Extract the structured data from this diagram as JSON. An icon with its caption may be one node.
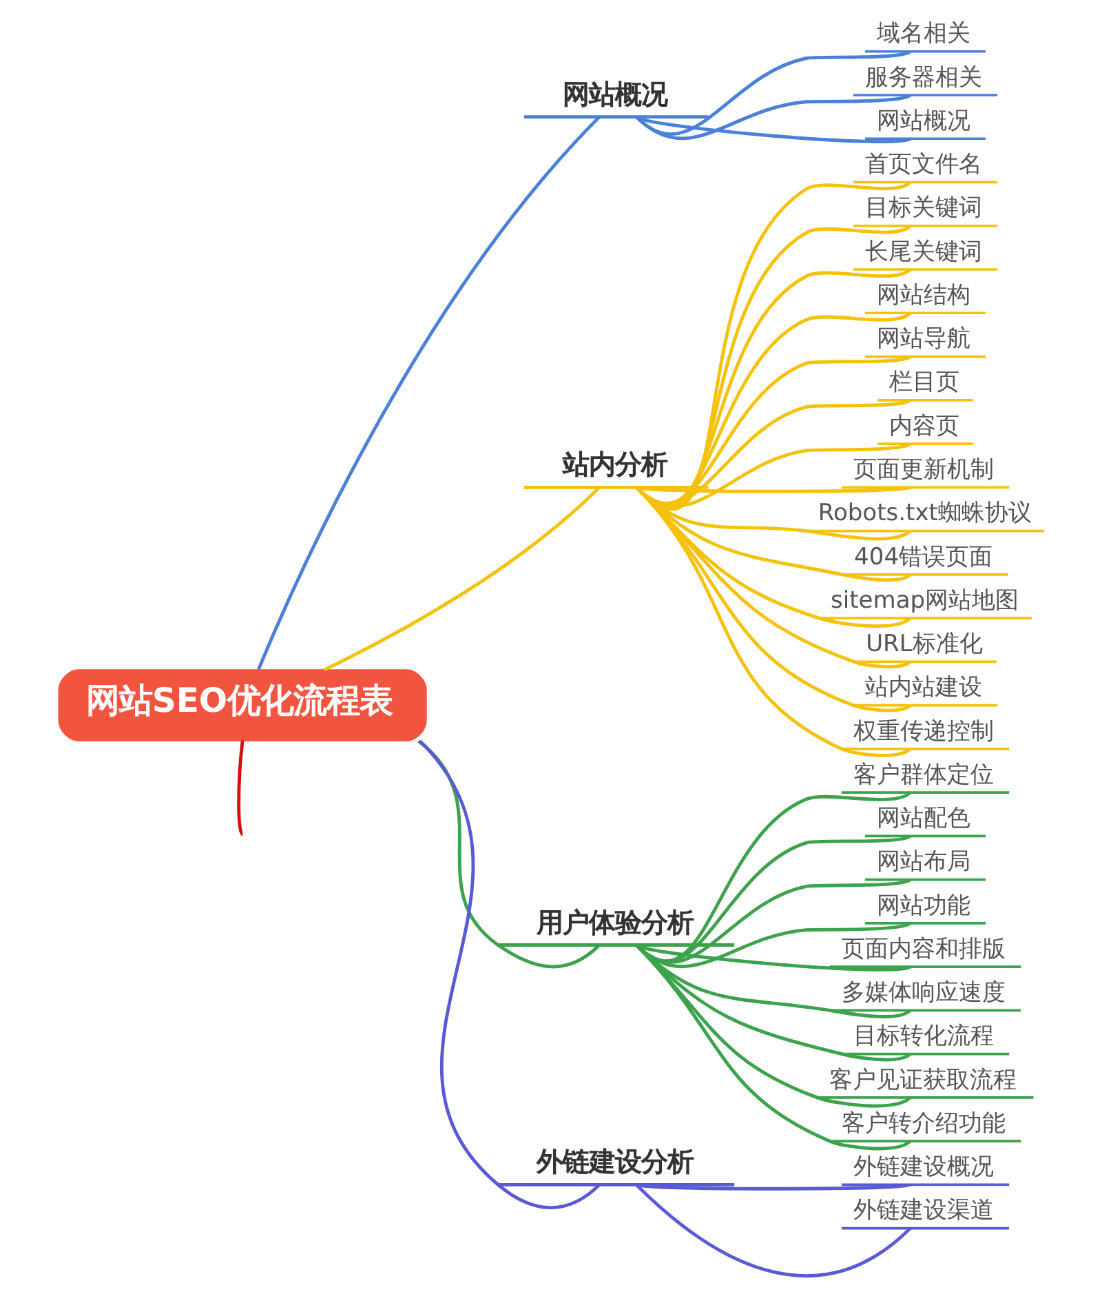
{
  "diagram": {
    "nodes": [
      {
        "text": [
          "网站SEO优化流程表"
        ]
      },
      {
        "text": [
          "网站概况"
        ]
      },
      {
        "text": [
          "域名相关"
        ]
      },
      {
        "text": [
          "服务器相关"
        ]
      },
      {
        "text": [
          "网站概况"
        ]
      },
      {
        "text": [
          "站内分析"
        ]
      },
      {
        "text": [
          "首页文件名"
        ]
      },
      {
        "text": [
          "目标关键词"
        ]
      },
      {
        "text": [
          "长尾关键词"
        ]
      },
      {
        "text": [
          "网站结构"
        ]
      },
      {
        "text": [
          "网站导航"
        ]
      },
      {
        "text": [
          "栏目页"
        ]
      },
      {
        "text": [
          "内容页"
        ]
      },
      {
        "text": [
          "页面更新机制"
        ]
      },
      {
        "text": [
          "Robots.txt蜘蛛协议"
        ]
      },
      {
        "text": [
          "404错误页面"
        ]
      },
      {
        "text": [
          "sitemap网站地图"
        ]
      },
      {
        "text": [
          "URL标准化"
        ]
      },
      {
        "text": [
          "站内站建设"
        ]
      },
      {
        "text": [
          "权重传递控制"
        ]
      },
      {
        "text": [
          "用户体验分析"
        ]
      },
      {
        "text": [
          "客户群体定位"
        ]
      },
      {
        "text": [
          "网站配色"
        ]
      },
      {
        "text": [
          "网站布局"
        ]
      },
      {
        "text": [
          "网站功能"
        ]
      },
      {
        "text": [
          "页面内容和排版"
        ]
      },
      {
        "text": [
          "多媒体响应速度"
        ]
      },
      {
        "text": [
          "目标转化流程"
        ]
      },
      {
        "text": [
          "客户见证获取流程"
        ]
      },
      {
        "text": [
          "客户转介绍功能"
        ]
      },
      {
        "text": [
          "外链建设分析"
        ]
      },
      {
        "text": [
          "外链建设概况"
        ]
      },
      {
        "text": [
          "外链建设渠道"
        ]
      }
    ],
    "edges": [
      {
        "from": 0,
        "to": 1,
        "arrow": "none",
        "color": "#4a80d9"
      },
      {
        "from": 1,
        "to": 2,
        "arrow": "none",
        "color": "#4a80d9"
      },
      {
        "from": 1,
        "to": 3,
        "arrow": "none",
        "color": "#4a80d9"
      },
      {
        "from": 1,
        "to": 4,
        "arrow": "none",
        "color": "#4a80d9"
      },
      {
        "from": 0,
        "to": 5,
        "arrow": "none",
        "color": "#f4c20d"
      },
      {
        "from": 5,
        "to": 6,
        "arrow": "none",
        "color": "#f4c20d"
      },
      {
        "from": 5,
        "to": 7,
        "arrow": "none",
        "color": "#f4c20d"
      },
      {
        "from": 5,
        "to": 8,
        "arrow": "none",
        "color": "#f4c20d"
      },
      {
        "from": 5,
        "to": 9,
        "arrow": "none",
        "color": "#f4c20d"
      },
      {
        "from": 5,
        "to": 10,
        "arrow": "none",
        "color": "#f4c20d"
      },
      {
        "from": 5,
        "to": 11,
        "arrow": "none",
        "color": "#f4c20d"
      },
      {
        "from": 5,
        "to": 12,
        "arrow": "none",
        "color": "#f4c20d"
      },
      {
        "from": 5,
        "to": 13,
        "arrow": "none",
        "color": "#f4c20d"
      },
      {
        "from": 5,
        "to": 14,
        "arrow": "none",
        "color": "#f4c20d"
      },
      {
        "from": 5,
        "to": 15,
        "arrow": "none",
        "color": "#f4c20d"
      },
      {
        "from": 5,
        "to": 16,
        "arrow": "none",
        "color": "#f4c20d"
      },
      {
        "from": 5,
        "to": 17,
        "arrow": "none",
        "color": "#f4c20d"
      },
      {
        "from": 5,
        "to": 18,
        "arrow": "none",
        "color": "#f4c20d"
      },
      {
        "from": 5,
        "to": 19,
        "arrow": "none",
        "color": "#f4c20d"
      },
      {
        "from": 0,
        "to": 20,
        "arrow": "none",
        "color": "#3ca24c"
      },
      {
        "from": 20,
        "to": 21,
        "arrow": "none",
        "color": "#3ca24c"
      },
      {
        "from": 20,
        "to": 22,
        "arrow": "none",
        "color": "#3ca24c"
      },
      {
        "from": 20,
        "to": 23,
        "arrow": "none",
        "color": "#3ca24c"
      },
      {
        "from": 20,
        "to": 24,
        "arrow": "none",
        "color": "#3ca24c"
      },
      {
        "from": 20,
        "to": 25,
        "arrow": "none",
        "color": "#3ca24c"
      },
      {
        "from": 20,
        "to": 26,
        "arrow": "none",
        "color": "#3ca24c"
      },
      {
        "from": 20,
        "to": 27,
        "arrow": "none",
        "color": "#3ca24c"
      },
      {
        "from": 20,
        "to": 28,
        "arrow": "none",
        "color": "#3ca24c"
      },
      {
        "from": 20,
        "to": 29,
        "arrow": "none",
        "color": "#3ca24c"
      },
      {
        "from": 0,
        "to": 30,
        "arrow": "none",
        "color": "#5a5ad6"
      },
      {
        "from": 30,
        "to": 31,
        "arrow": "none",
        "color": "#5a5ad6"
      },
      {
        "from": 30,
        "to": 32,
        "arrow": "none",
        "color": "#5a5ad6"
      },
      {
        "from": 0,
        "to": null,
        "arrow": "none",
        "color": "#d41010"
      }
    ]
  }
}
